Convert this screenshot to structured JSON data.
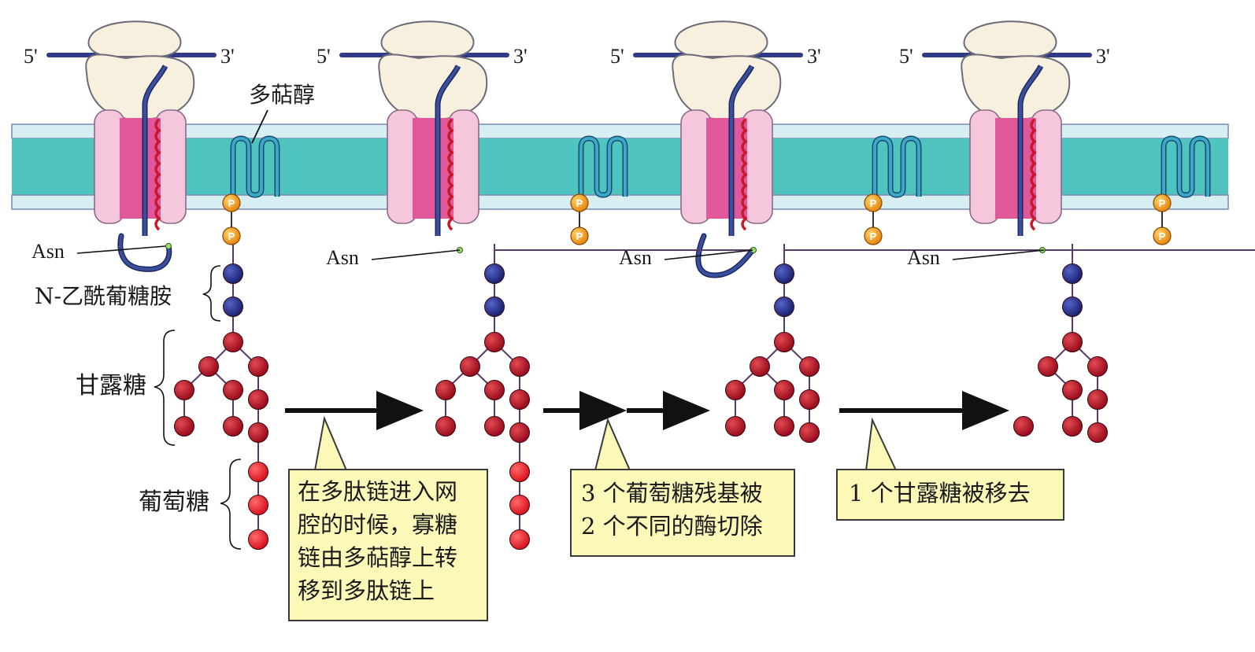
{
  "labels": {
    "five_prime": "5'",
    "three_prime": "3'",
    "dolichol": "多萜醇",
    "asn": "Asn",
    "glcnac": "N-乙酰葡糖胺",
    "mannose": "甘露糖",
    "glucose": "葡萄糖",
    "phosphate": "P"
  },
  "callouts": [
    {
      "lines": [
        "在多肽链进入网",
        "腔的时候，寡糖",
        "链由多萜醇上转",
        "移到多肽链上"
      ]
    },
    {
      "lines": [
        "3 个葡萄糖残基被",
        "2 个不同的酶切除"
      ]
    },
    {
      "lines": [
        "1 个甘露糖被移去"
      ]
    }
  ],
  "colors": {
    "membrane_core": "#4fc3bd",
    "membrane_edge": "#d7eef3",
    "translocon_outer": "#f6c6dc",
    "translocon_inner": "#e0579a",
    "ribosome": "#f7f0df",
    "mrna": "#2f3b86",
    "polypeptide": "#3b4f9c",
    "nascent_chain": "#c9182b",
    "glcnac": "#232a86",
    "mannose": "#b21226",
    "glucose": "#e4222e",
    "dolichol": "#3aa9c9",
    "phosphate": "#f5a21a",
    "callout_fill": "#fbf8b8"
  },
  "icons": [
    "ribosome-icon",
    "mrna-strand-icon",
    "translocon-channel-icon",
    "dolichol-lipid-icon",
    "phosphate-icon",
    "sugar-residue-icon",
    "arrow-right-icon"
  ]
}
